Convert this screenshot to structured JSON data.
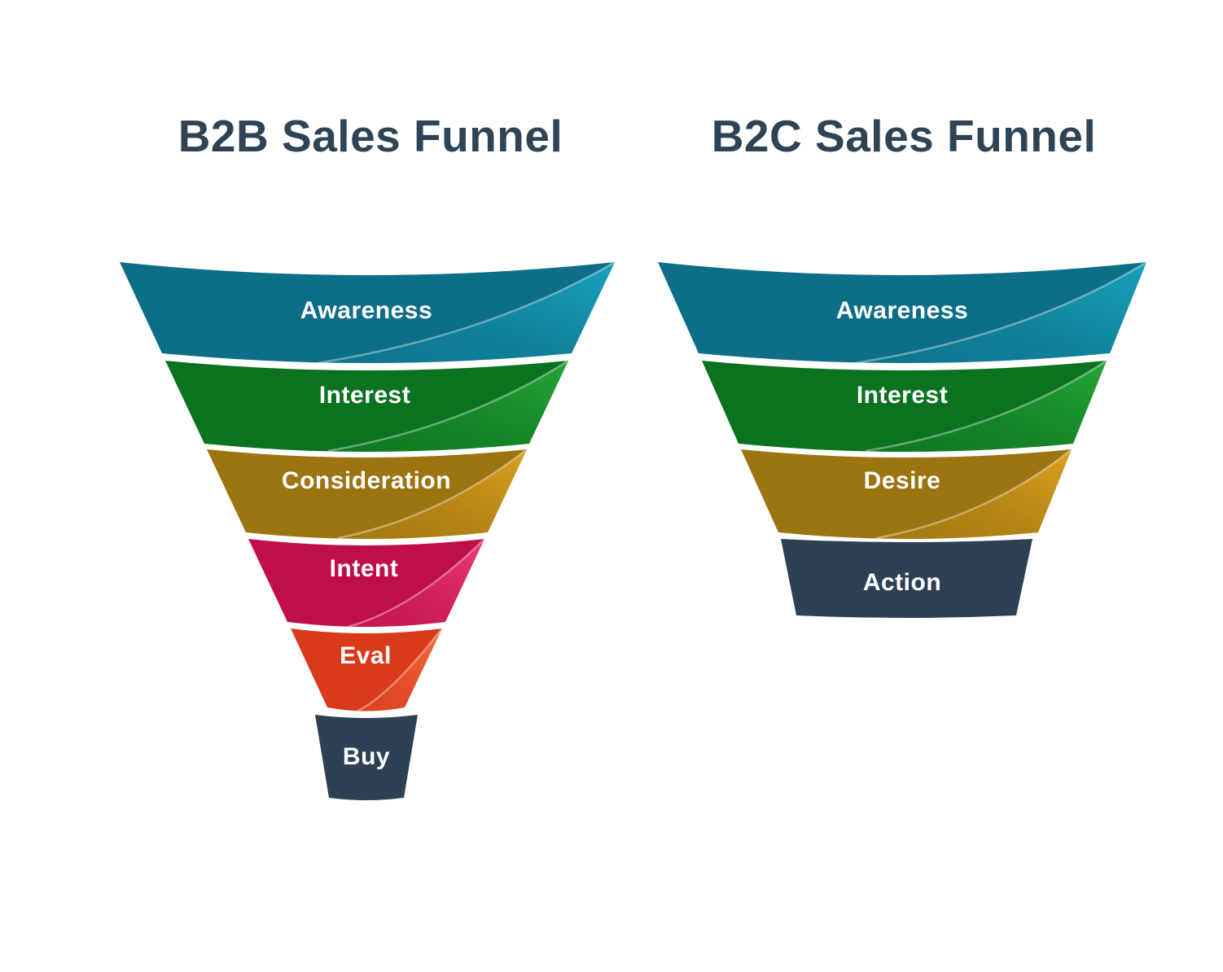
{
  "page": {
    "background_color": "#ffffff",
    "title_color": "#2e4456",
    "label_color": "#ffffff"
  },
  "b2b": {
    "title": "B2B Sales Funnel",
    "stages": [
      {
        "label": "Awareness",
        "color_dark": "#0d6e87",
        "color_light": "#18a6c0"
      },
      {
        "label": "Interest",
        "color_dark": "#0b7220",
        "color_light": "#27aa36"
      },
      {
        "label": "Consideration",
        "color_dark": "#9c7410",
        "color_light": "#e2a51f"
      },
      {
        "label": "Intent",
        "color_dark": "#c00e4c",
        "color_light": "#f04378"
      },
      {
        "label": "Eval",
        "color_dark": "#da3a1c",
        "color_light": "#f87a48"
      },
      {
        "label": "Buy",
        "color_dark": "#2e4154",
        "color_light": "#3c5268"
      }
    ]
  },
  "b2c": {
    "title": "B2C Sales Funnel",
    "stages": [
      {
        "label": "Awareness",
        "color_dark": "#0d6e87",
        "color_light": "#18a6c0"
      },
      {
        "label": "Interest",
        "color_dark": "#0b7220",
        "color_light": "#27aa36"
      },
      {
        "label": "Desire",
        "color_dark": "#9c7410",
        "color_light": "#e2a51f"
      },
      {
        "label": "Action",
        "color_dark": "#2e4154",
        "color_light": "#3c5268"
      }
    ]
  }
}
